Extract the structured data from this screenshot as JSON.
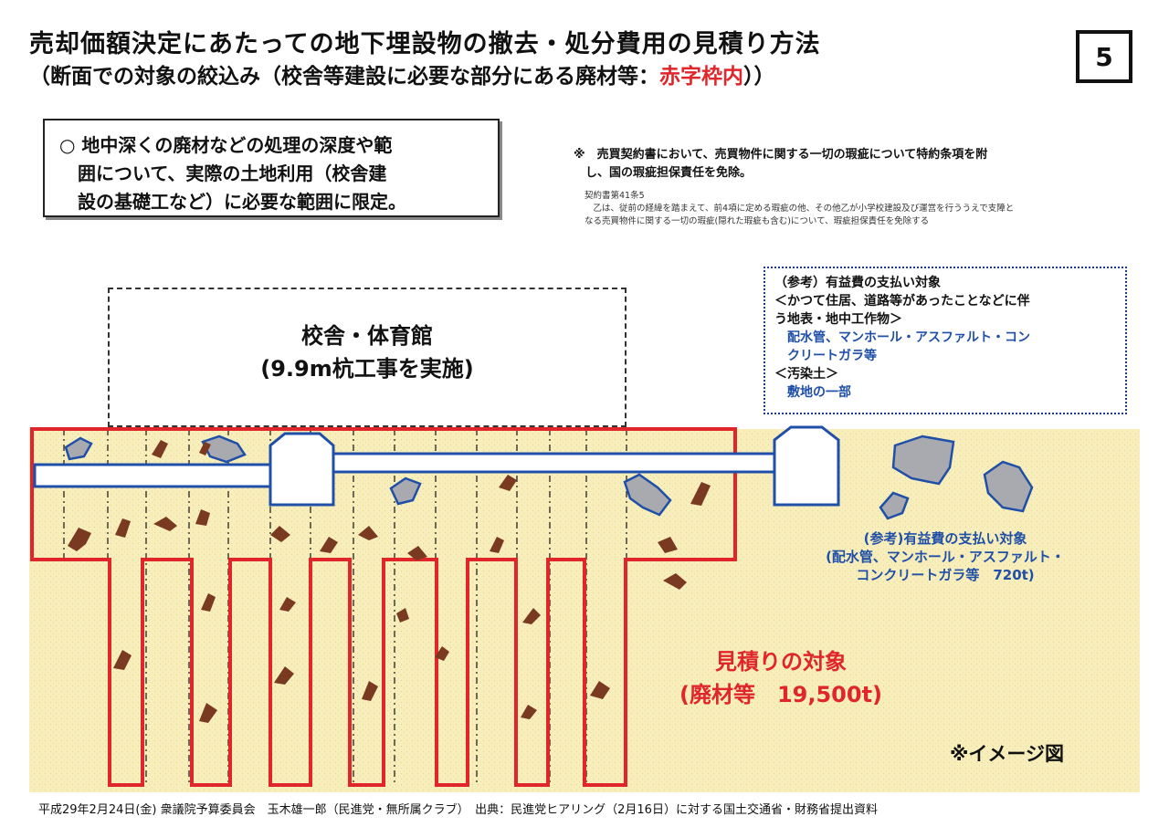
{
  "title": {
    "line1": "売却価額決定にあたっての地下埋設物の撤去・処分費用の見積り方法",
    "line2_prefix": "（断面での対象の絞込み（校舎等建設に必要な部分にある廃材等：",
    "line2_red": "赤字枠内",
    "line2_suffix": "））"
  },
  "page_number": "5",
  "note_box": {
    "lines": [
      "○ 地中深くの廃材などの処理の深度や範",
      "　囲について、実際の土地利用（校舎建",
      "　設の基礎工など）に必要な範囲に限定。"
    ]
  },
  "contract": {
    "main_lines": [
      "※　売買契約書において、売買物件に関する一切の瑕疵について特約条項を附",
      "　し、国の瑕疵担保責任を免除。"
    ],
    "sub_lines": [
      "契約書第41条5",
      "　乙は、従前の経緯を踏まえて、前4項に定める瑕疵の他、その他乙が小学校建設及び運営を行ううえで支障と",
      "なる売買物件に関する一切の瑕疵(隠れた瑕疵も含む)について、瑕疵担保責任を免除する"
    ]
  },
  "ref_box": {
    "line1": "（参考）有益費の支払い対象",
    "line2": "＜かつて住居、道路等があったことなどに伴",
    "line3": "う地表・地中工作物＞",
    "line4": "　配水管、マンホール・アスファルト・コン",
    "line5": "　クリートガラ等",
    "line6": "＜汚染土＞",
    "line7": "　敷地の一部"
  },
  "building": {
    "line1": "校舎・体育館",
    "line2": "(9.9m杭工事を実施)"
  },
  "ref_label": {
    "line1": "(参考)有益費の支払い対象",
    "line2": "(配水管、マンホール・アスファルト・",
    "line3": "コンクリートガラ等　720t)"
  },
  "estimate_label": {
    "line1": "見積りの対象",
    "line2": "(廃材等　19,500t)"
  },
  "image_note": "※イメージ図",
  "footer": "平成29年2月24日(金) 衆議院予算委員会　玉木雄一郎（民進党・無所属クラブ）　出典：民進党ヒアリング（2月16日）に対する国土交通省・財務省提出資料",
  "colors": {
    "soil": "#f7eebb",
    "frame_red": "#e0262b",
    "pipe_blue": "#1f4fa8",
    "debris_brown": "#7a3a22",
    "concrete_gray": "#a9aab0"
  }
}
